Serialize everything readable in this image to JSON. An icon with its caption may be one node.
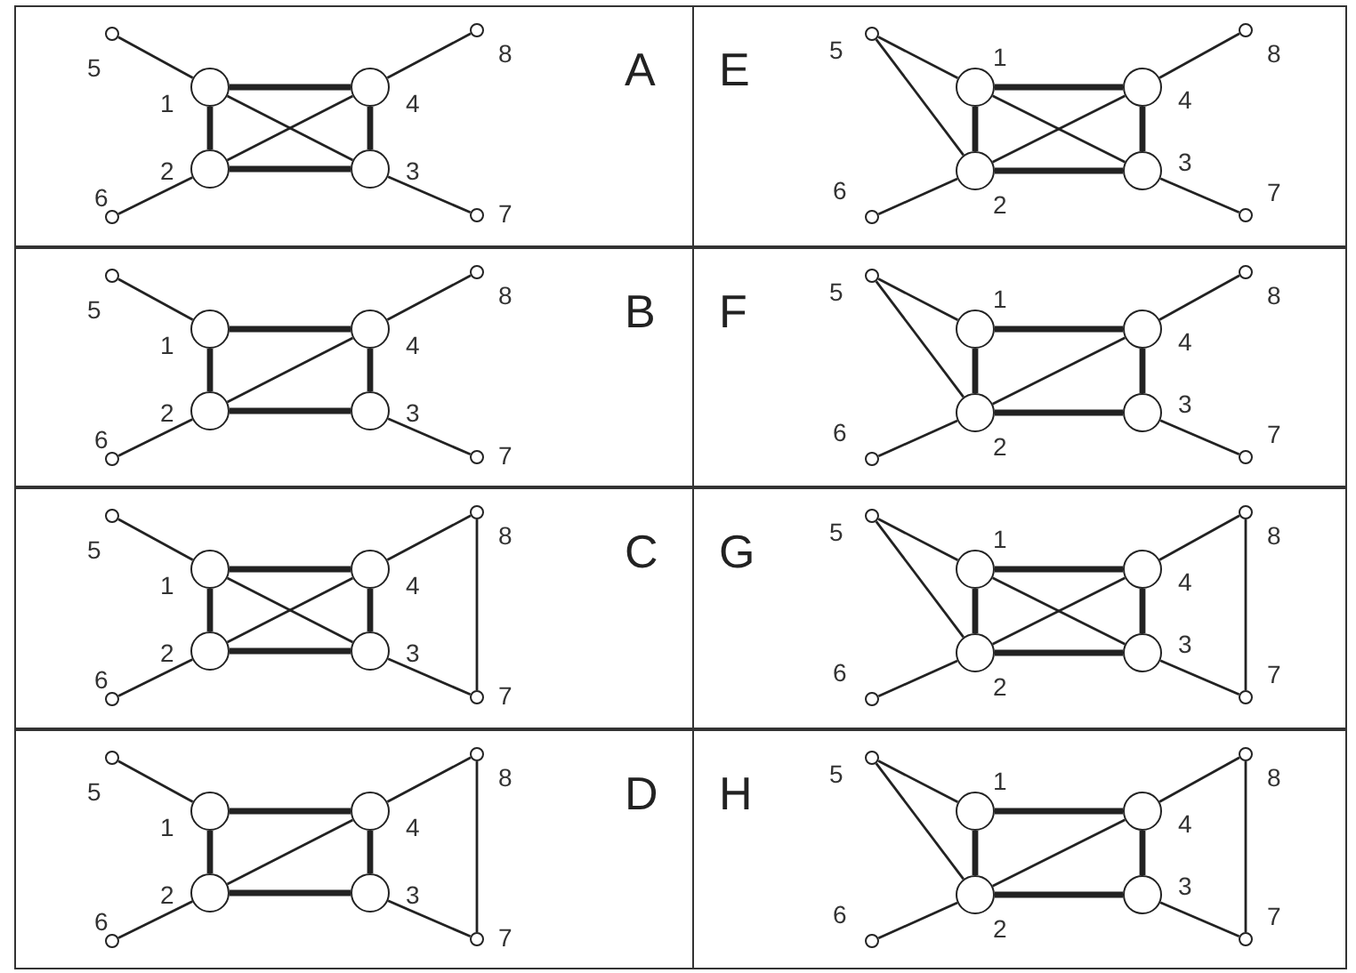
{
  "diagram": {
    "nodes": [
      {
        "text": [
          "A"
        ]
      },
      {
        "text": [],
        "shape": "circle",
        "beside": [
          "1"
        ],
        "in": 0
      },
      {
        "text": [],
        "shape": "circle",
        "beside": [
          "2"
        ],
        "in": 0
      },
      {
        "text": [],
        "shape": "circle",
        "beside": [
          "3"
        ],
        "in": 0
      },
      {
        "text": [],
        "shape": "circle",
        "beside": [
          "4"
        ],
        "in": 0
      },
      {
        "text": [],
        "shape": "circle",
        "beside": [
          "5"
        ],
        "in": 0
      },
      {
        "text": [],
        "shape": "circle",
        "beside": [
          "6"
        ],
        "in": 0
      },
      {
        "text": [],
        "shape": "circle",
        "beside": [
          "7"
        ],
        "in": 0
      },
      {
        "text": [],
        "shape": "circle",
        "beside": [
          "8"
        ],
        "in": 0
      },
      {
        "text": [
          "E"
        ]
      },
      {
        "text": [],
        "shape": "circle",
        "beside": [
          "1"
        ],
        "in": 9
      },
      {
        "text": [],
        "shape": "circle",
        "beside": [
          "2"
        ],
        "in": 9
      },
      {
        "text": [],
        "shape": "circle",
        "beside": [
          "3"
        ],
        "in": 9
      },
      {
        "text": [],
        "shape": "circle",
        "beside": [
          "4"
        ],
        "in": 9
      },
      {
        "text": [],
        "shape": "circle",
        "beside": [
          "5"
        ],
        "in": 9
      },
      {
        "text": [],
        "shape": "circle",
        "beside": [
          "6"
        ],
        "in": 9
      },
      {
        "text": [],
        "shape": "circle",
        "beside": [
          "7"
        ],
        "in": 9
      },
      {
        "text": [],
        "shape": "circle",
        "beside": [
          "8"
        ],
        "in": 9
      },
      {
        "text": [
          "B"
        ]
      },
      {
        "text": [],
        "shape": "circle",
        "beside": [
          "1"
        ],
        "in": 18
      },
      {
        "text": [],
        "shape": "circle",
        "beside": [
          "2"
        ],
        "in": 18
      },
      {
        "text": [],
        "shape": "circle",
        "beside": [
          "3"
        ],
        "in": 18
      },
      {
        "text": [],
        "shape": "circle",
        "beside": [
          "4"
        ],
        "in": 18
      },
      {
        "text": [],
        "shape": "circle",
        "beside": [
          "5"
        ],
        "in": 18
      },
      {
        "text": [],
        "shape": "circle",
        "beside": [
          "6"
        ],
        "in": 18
      },
      {
        "text": [],
        "shape": "circle",
        "beside": [
          "7"
        ],
        "in": 18
      },
      {
        "text": [],
        "shape": "circle",
        "beside": [
          "8"
        ],
        "in": 18
      },
      {
        "text": [
          "F"
        ]
      },
      {
        "text": [],
        "shape": "circle",
        "beside": [
          "1"
        ],
        "in": 27
      },
      {
        "text": [],
        "shape": "circle",
        "beside": [
          "2"
        ],
        "in": 27
      },
      {
        "text": [],
        "shape": "circle",
        "beside": [
          "3"
        ],
        "in": 27
      },
      {
        "text": [],
        "shape": "circle",
        "beside": [
          "4"
        ],
        "in": 27
      },
      {
        "text": [],
        "shape": "circle",
        "beside": [
          "5"
        ],
        "in": 27
      },
      {
        "text": [],
        "shape": "circle",
        "beside": [
          "6"
        ],
        "in": 27
      },
      {
        "text": [],
        "shape": "circle",
        "beside": [
          "7"
        ],
        "in": 27
      },
      {
        "text": [],
        "shape": "circle",
        "beside": [
          "8"
        ],
        "in": 27
      },
      {
        "text": [
          "C"
        ]
      },
      {
        "text": [],
        "shape": "circle",
        "beside": [
          "1"
        ],
        "in": 36
      },
      {
        "text": [],
        "shape": "circle",
        "beside": [
          "2"
        ],
        "in": 36
      },
      {
        "text": [],
        "shape": "circle",
        "beside": [
          "3"
        ],
        "in": 36
      },
      {
        "text": [],
        "shape": "circle",
        "beside": [
          "4"
        ],
        "in": 36
      },
      {
        "text": [],
        "shape": "circle",
        "beside": [
          "5"
        ],
        "in": 36
      },
      {
        "text": [],
        "shape": "circle",
        "beside": [
          "6"
        ],
        "in": 36
      },
      {
        "text": [],
        "shape": "circle",
        "beside": [
          "7"
        ],
        "in": 36
      },
      {
        "text": [],
        "shape": "circle",
        "beside": [
          "8"
        ],
        "in": 36
      },
      {
        "text": [
          "G"
        ]
      },
      {
        "text": [],
        "shape": "circle",
        "beside": [
          "1"
        ],
        "in": 45
      },
      {
        "text": [],
        "shape": "circle",
        "beside": [
          "2"
        ],
        "in": 45
      },
      {
        "text": [],
        "shape": "circle",
        "beside": [
          "3"
        ],
        "in": 45
      },
      {
        "text": [],
        "shape": "circle",
        "beside": [
          "4"
        ],
        "in": 45
      },
      {
        "text": [],
        "shape": "circle",
        "beside": [
          "5"
        ],
        "in": 45
      },
      {
        "text": [],
        "shape": "circle",
        "beside": [
          "6"
        ],
        "in": 45
      },
      {
        "text": [],
        "shape": "circle",
        "beside": [
          "7"
        ],
        "in": 45
      },
      {
        "text": [],
        "shape": "circle",
        "beside": [
          "8"
        ],
        "in": 45
      },
      {
        "text": [
          "D"
        ]
      },
      {
        "text": [],
        "shape": "circle",
        "beside": [
          "1"
        ],
        "in": 54
      },
      {
        "text": [],
        "shape": "circle",
        "beside": [
          "2"
        ],
        "in": 54
      },
      {
        "text": [],
        "shape": "circle",
        "beside": [
          "3"
        ],
        "in": 54
      },
      {
        "text": [],
        "shape": "circle",
        "beside": [
          "4"
        ],
        "in": 54
      },
      {
        "text": [],
        "shape": "circle",
        "beside": [
          "5"
        ],
        "in": 54
      },
      {
        "text": [],
        "shape": "circle",
        "beside": [
          "6"
        ],
        "in": 54
      },
      {
        "text": [],
        "shape": "circle",
        "beside": [
          "7"
        ],
        "in": 54
      },
      {
        "text": [],
        "shape": "circle",
        "beside": [
          "8"
        ],
        "in": 54
      },
      {
        "text": [
          "H"
        ]
      },
      {
        "text": [],
        "shape": "circle",
        "beside": [
          "1"
        ],
        "in": 63
      },
      {
        "text": [],
        "shape": "circle",
        "beside": [
          "2"
        ],
        "in": 63
      },
      {
        "text": [],
        "shape": "circle",
        "beside": [
          "3"
        ],
        "in": 63
      },
      {
        "text": [],
        "shape": "circle",
        "beside": [
          "4"
        ],
        "in": 63
      },
      {
        "text": [],
        "shape": "circle",
        "beside": [
          "5"
        ],
        "in": 63
      },
      {
        "text": [],
        "shape": "circle",
        "beside": [
          "6"
        ],
        "in": 63
      },
      {
        "text": [],
        "shape": "circle",
        "beside": [
          "7"
        ],
        "in": 63
      },
      {
        "text": [],
        "shape": "circle",
        "beside": [
          "8"
        ],
        "in": 63
      }
    ],
    "edges": [
      {
        "from": 1,
        "to": 2,
        "arrow": "none",
        "style": "thick"
      },
      {
        "from": 1,
        "to": 4,
        "arrow": "none",
        "style": "thick"
      },
      {
        "from": 2,
        "to": 3,
        "arrow": "none",
        "style": "thick"
      },
      {
        "from": 4,
        "to": 3,
        "arrow": "none",
        "style": "thick"
      },
      {
        "from": 1,
        "to": 3,
        "arrow": "none"
      },
      {
        "from": 2,
        "to": 4,
        "arrow": "none"
      },
      {
        "from": 5,
        "to": 1,
        "arrow": "none"
      },
      {
        "from": 6,
        "to": 2,
        "arrow": "none"
      },
      {
        "from": 8,
        "to": 4,
        "arrow": "none"
      },
      {
        "from": 7,
        "to": 3,
        "arrow": "none"
      },
      {
        "from": 10,
        "to": 11,
        "arrow": "none",
        "style": "thick"
      },
      {
        "from": 10,
        "to": 13,
        "arrow": "none",
        "style": "thick"
      },
      {
        "from": 11,
        "to": 12,
        "arrow": "none",
        "style": "thick"
      },
      {
        "from": 13,
        "to": 12,
        "arrow": "none",
        "style": "thick"
      },
      {
        "from": 10,
        "to": 12,
        "arrow": "none"
      },
      {
        "from": 11,
        "to": 13,
        "arrow": "none"
      },
      {
        "from": 14,
        "to": 10,
        "arrow": "none"
      },
      {
        "from": 15,
        "to": 11,
        "arrow": "none"
      },
      {
        "from": 17,
        "to": 13,
        "arrow": "none"
      },
      {
        "from": 16,
        "to": 12,
        "arrow": "none"
      },
      {
        "from": 14,
        "to": 11,
        "arrow": "none"
      },
      {
        "from": 19,
        "to": 20,
        "arrow": "none",
        "style": "thick"
      },
      {
        "from": 19,
        "to": 22,
        "arrow": "none",
        "style": "thick"
      },
      {
        "from": 20,
        "to": 21,
        "arrow": "none",
        "style": "thick"
      },
      {
        "from": 22,
        "to": 21,
        "arrow": "none",
        "style": "thick"
      },
      {
        "from": 20,
        "to": 22,
        "arrow": "none"
      },
      {
        "from": 23,
        "to": 19,
        "arrow": "none"
      },
      {
        "from": 24,
        "to": 20,
        "arrow": "none"
      },
      {
        "from": 26,
        "to": 22,
        "arrow": "none"
      },
      {
        "from": 25,
        "to": 21,
        "arrow": "none"
      },
      {
        "from": 28,
        "to": 29,
        "arrow": "none",
        "style": "thick"
      },
      {
        "from": 28,
        "to": 31,
        "arrow": "none",
        "style": "thick"
      },
      {
        "from": 29,
        "to": 30,
        "arrow": "none",
        "style": "thick"
      },
      {
        "from": 31,
        "to": 30,
        "arrow": "none",
        "style": "thick"
      },
      {
        "from": 29,
        "to": 31,
        "arrow": "none"
      },
      {
        "from": 32,
        "to": 28,
        "arrow": "none"
      },
      {
        "from": 33,
        "to": 29,
        "arrow": "none"
      },
      {
        "from": 35,
        "to": 31,
        "arrow": "none"
      },
      {
        "from": 34,
        "to": 30,
        "arrow": "none"
      },
      {
        "from": 32,
        "to": 29,
        "arrow": "none"
      },
      {
        "from": 37,
        "to": 38,
        "arrow": "none",
        "style": "thick"
      },
      {
        "from": 37,
        "to": 40,
        "arrow": "none",
        "style": "thick"
      },
      {
        "from": 38,
        "to": 39,
        "arrow": "none",
        "style": "thick"
      },
      {
        "from": 40,
        "to": 39,
        "arrow": "none",
        "style": "thick"
      },
      {
        "from": 37,
        "to": 39,
        "arrow": "none"
      },
      {
        "from": 38,
        "to": 40,
        "arrow": "none"
      },
      {
        "from": 41,
        "to": 37,
        "arrow": "none"
      },
      {
        "from": 42,
        "to": 38,
        "arrow": "none"
      },
      {
        "from": 44,
        "to": 40,
        "arrow": "none"
      },
      {
        "from": 43,
        "to": 39,
        "arrow": "none"
      },
      {
        "from": 44,
        "to": 43,
        "arrow": "none"
      },
      {
        "from": 46,
        "to": 47,
        "arrow": "none",
        "style": "thick"
      },
      {
        "from": 46,
        "to": 49,
        "arrow": "none",
        "style": "thick"
      },
      {
        "from": 47,
        "to": 48,
        "arrow": "none",
        "style": "thick"
      },
      {
        "from": 49,
        "to": 48,
        "arrow": "none",
        "style": "thick"
      },
      {
        "from": 46,
        "to": 48,
        "arrow": "none"
      },
      {
        "from": 47,
        "to": 49,
        "arrow": "none"
      },
      {
        "from": 50,
        "to": 46,
        "arrow": "none"
      },
      {
        "from": 51,
        "to": 47,
        "arrow": "none"
      },
      {
        "from": 53,
        "to": 49,
        "arrow": "none"
      },
      {
        "from": 52,
        "to": 48,
        "arrow": "none"
      },
      {
        "from": 50,
        "to": 47,
        "arrow": "none"
      },
      {
        "from": 53,
        "to": 52,
        "arrow": "none"
      },
      {
        "from": 55,
        "to": 56,
        "arrow": "none",
        "style": "thick"
      },
      {
        "from": 55,
        "to": 58,
        "arrow": "none",
        "style": "thick"
      },
      {
        "from": 56,
        "to": 57,
        "arrow": "none",
        "style": "thick"
      },
      {
        "from": 58,
        "to": 57,
        "arrow": "none",
        "style": "thick"
      },
      {
        "from": 56,
        "to": 58,
        "arrow": "none"
      },
      {
        "from": 59,
        "to": 55,
        "arrow": "none"
      },
      {
        "from": 60,
        "to": 56,
        "arrow": "none"
      },
      {
        "from": 62,
        "to": 58,
        "arrow": "none"
      },
      {
        "from": 61,
        "to": 57,
        "arrow": "none"
      },
      {
        "from": 62,
        "to": 61,
        "arrow": "none"
      },
      {
        "from": 64,
        "to": 65,
        "arrow": "none",
        "style": "thick"
      },
      {
        "from": 64,
        "to": 67,
        "arrow": "none",
        "style": "thick"
      },
      {
        "from": 65,
        "to": 66,
        "arrow": "none",
        "style": "thick"
      },
      {
        "from": 67,
        "to": 66,
        "arrow": "none",
        "style": "thick"
      },
      {
        "from": 65,
        "to": 67,
        "arrow": "none"
      },
      {
        "from": 68,
        "to": 64,
        "arrow": "none"
      },
      {
        "from": 69,
        "to": 65,
        "arrow": "none"
      },
      {
        "from": 71,
        "to": 67,
        "arrow": "none"
      },
      {
        "from": 70,
        "to": 66,
        "arrow": "none"
      },
      {
        "from": 68,
        "to": 65,
        "arrow": "none"
      },
      {
        "from": 71,
        "to": 70,
        "arrow": "none"
      }
    ]
  }
}
